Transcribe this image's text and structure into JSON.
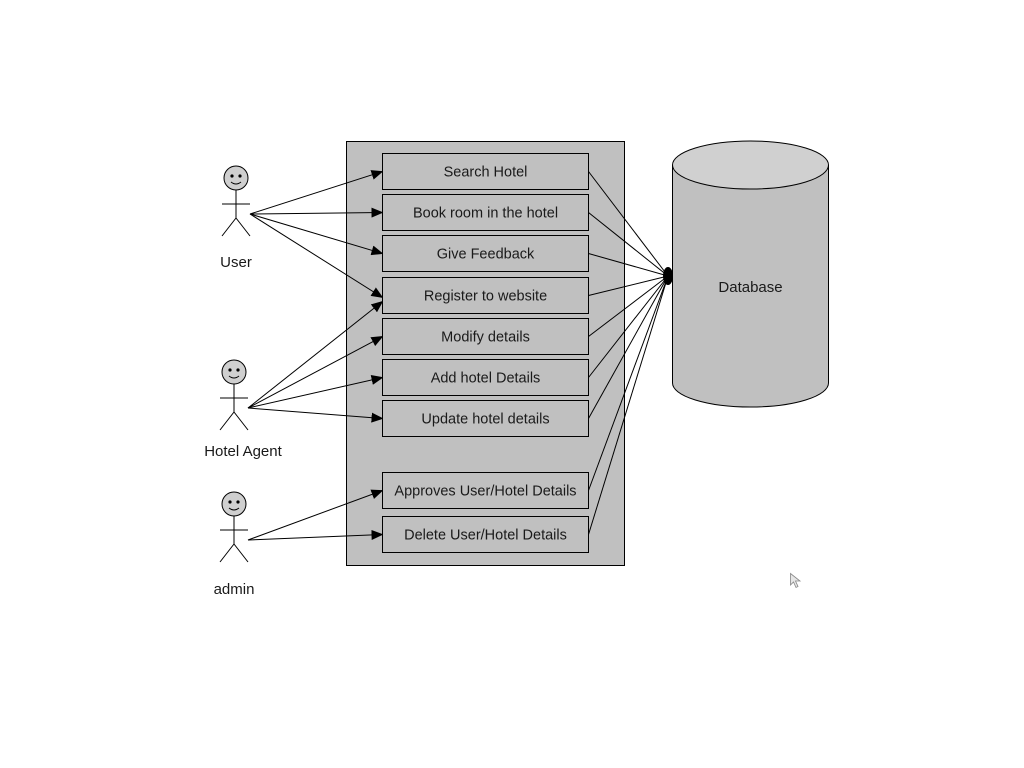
{
  "actors": [
    {
      "id": "user",
      "label": "User",
      "connects_to": [
        "search_hotel",
        "book_room",
        "give_feedback",
        "register"
      ]
    },
    {
      "id": "hotel_agent",
      "label": "Hotel Agent",
      "connects_to": [
        "register",
        "modify_details",
        "add_hotel",
        "update_hotel"
      ]
    },
    {
      "id": "admin",
      "label": "admin",
      "connects_to": [
        "approves",
        "delete"
      ]
    }
  ],
  "use_cases": [
    {
      "id": "search_hotel",
      "label": "Search Hotel"
    },
    {
      "id": "book_room",
      "label": "Book room in the hotel"
    },
    {
      "id": "give_feedback",
      "label": "Give Feedback"
    },
    {
      "id": "register",
      "label": "Register to website"
    },
    {
      "id": "modify_details",
      "label": "Modify details"
    },
    {
      "id": "add_hotel",
      "label": "Add hotel Details"
    },
    {
      "id": "update_hotel",
      "label": "Update hotel details"
    },
    {
      "id": "approves",
      "label": "Approves User/Hotel Details"
    },
    {
      "id": "delete",
      "label": "Delete User/Hotel Details"
    }
  ],
  "database": {
    "label": "Database"
  },
  "colors": {
    "fill": "#c0c0c0",
    "stroke": "#000000",
    "actor_head": "#cfcfcf",
    "background": "#ffffff"
  },
  "icons": [
    "stick-figure-icon",
    "cursor-icon"
  ]
}
